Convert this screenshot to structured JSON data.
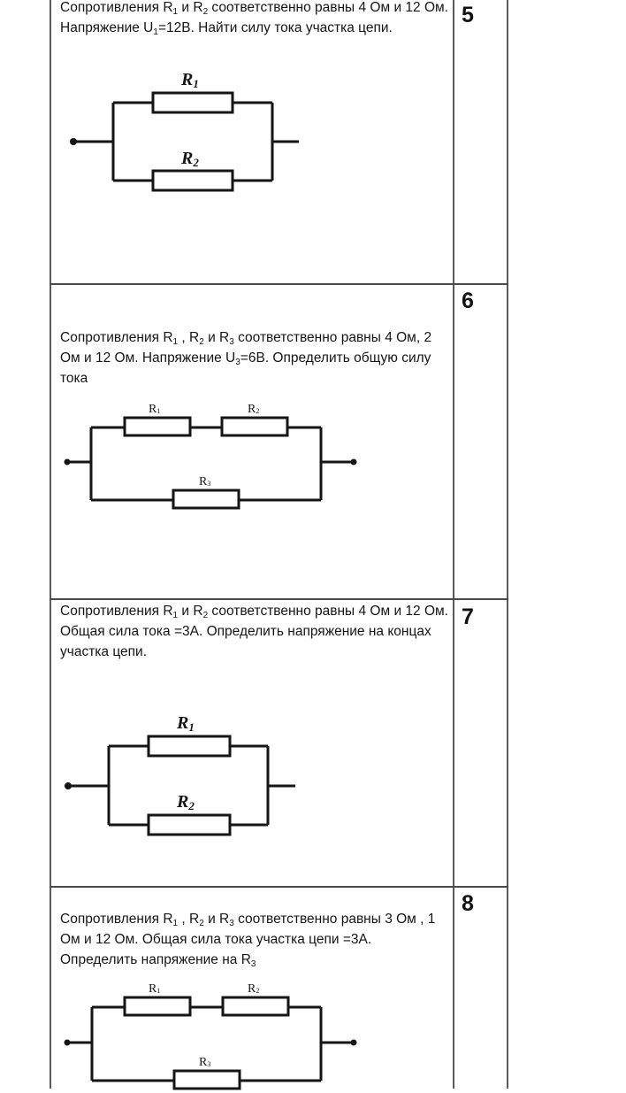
{
  "tasks": [
    {
      "number": "5",
      "text_parts": [
        "Сопротивления R",
        "1",
        " и R",
        "2",
        " соответственно равны 4 Ом и 12 Ом. Напряжение U",
        "1",
        "=12В. Найти силу тока участка цепи."
      ],
      "circuit": {
        "type": "parallel-2",
        "labels": [
          "R1",
          "R2"
        ],
        "label_main": "R",
        "label_subs": [
          "1",
          "2"
        ]
      }
    },
    {
      "number": "6",
      "text_parts": [
        "Сопротивления R",
        "1",
        " , R",
        "2",
        " и R",
        "3",
        " соответственно равны 4 Ом, 2 Ом и 12 Ом. Напряжение U",
        "3",
        "=6В. Определить общую силу тока"
      ],
      "circuit": {
        "type": "series-parallel-3",
        "label_main": "R",
        "label_subs": [
          "1",
          "2",
          "3"
        ]
      }
    },
    {
      "number": "7",
      "text_parts": [
        "Сопротивления R",
        "1",
        " и R",
        "2",
        " соответственно равны 4 Ом и 12 Ом. Общая сила тока =3А. Определить напряжение на концах участка цепи."
      ],
      "circuit": {
        "type": "parallel-2",
        "label_main": "R",
        "label_subs": [
          "1",
          "2"
        ]
      }
    },
    {
      "number": "8",
      "text_parts": [
        "Сопротивления R",
        "1",
        " , R",
        "2",
        " и R",
        "3",
        " соответственно равны 3 Ом , 1 Ом и 12  Ом. Общая сила тока участка цепи =3А. Определить напряжение на R",
        "3",
        ""
      ],
      "circuit": {
        "type": "series-parallel-3",
        "label_main": "R",
        "label_subs": [
          "1",
          "2",
          "3"
        ]
      }
    }
  ]
}
